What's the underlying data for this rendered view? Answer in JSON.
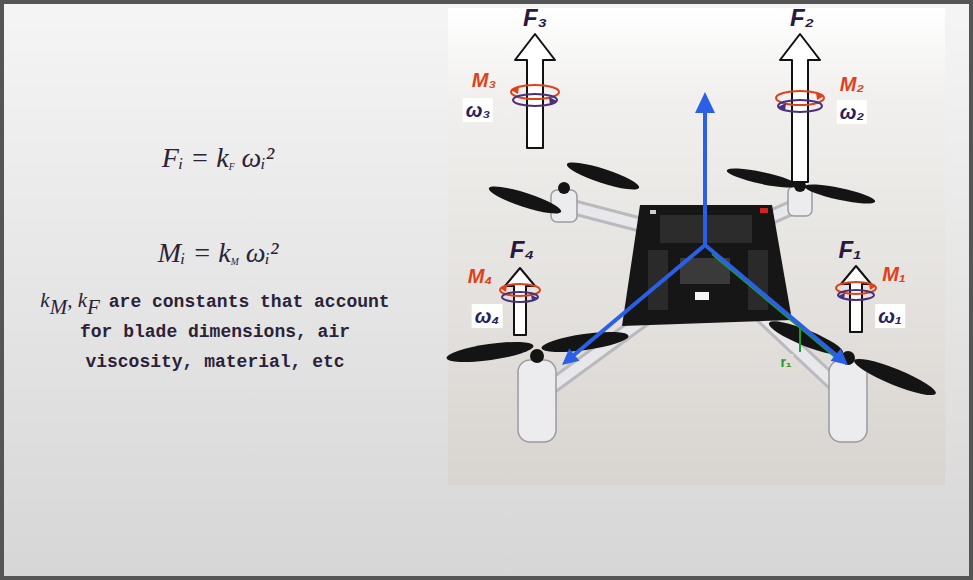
{
  "diagram": {
    "labels": [
      "Fᵢ = k",
      "F",
      "ωᵢ²",
      "Mᵢ = k",
      "M",
      "ωᵢ²",
      "k",
      "M",
      ", k",
      "F",
      "are constants that account for blade dimensions, air viscosity, material, etc",
      "F₃",
      "F₂",
      "M₃",
      "M₂",
      "ω₃",
      "ω₂",
      "F₄",
      "F₁",
      "M₄",
      "M₁",
      "ω₄",
      "ω₁",
      "r₁"
    ]
  }
}
